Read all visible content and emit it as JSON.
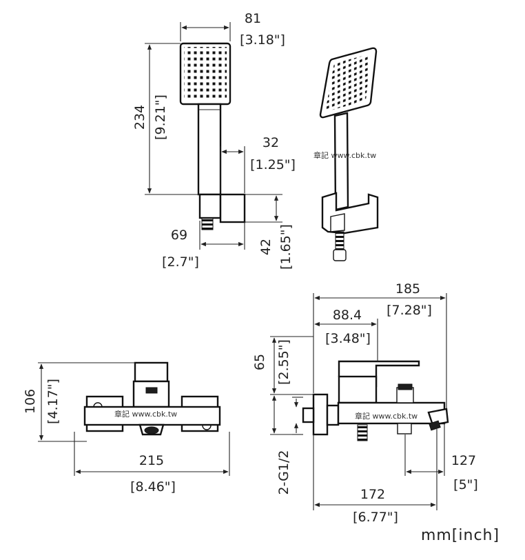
{
  "units_label": "mm[inch]",
  "watermark": "章記 www.cbk.tw",
  "dimensions": {
    "hand_width_mm": "81",
    "hand_width_in": "[3.18\"]",
    "hand_height_mm": "234",
    "hand_height_in": "[9.21\"]",
    "holder_width_mm": "32",
    "holder_width_in": "[1.25\"]",
    "holder_depth_mm": "69",
    "holder_depth_in": "[2.7\"]",
    "holder_height_mm": "42",
    "holder_height_in": "[1.65\"]",
    "side_total_mm": "185",
    "side_total_in": "[7.28\"]",
    "side_handle_mm": "88.4",
    "side_handle_in": "[3.48\"]",
    "side_height_mm": "65",
    "side_height_in": "[2.55\"]",
    "connection": "2-G1/2",
    "side_spout_mm": "127",
    "side_spout_in": "[5\"]",
    "side_depth_mm": "172",
    "side_depth_in": "[6.77\"]",
    "front_height_mm": "106",
    "front_height_in": "[4.17\"]",
    "front_width_mm": "215",
    "front_width_in": "[8.46\"]"
  }
}
